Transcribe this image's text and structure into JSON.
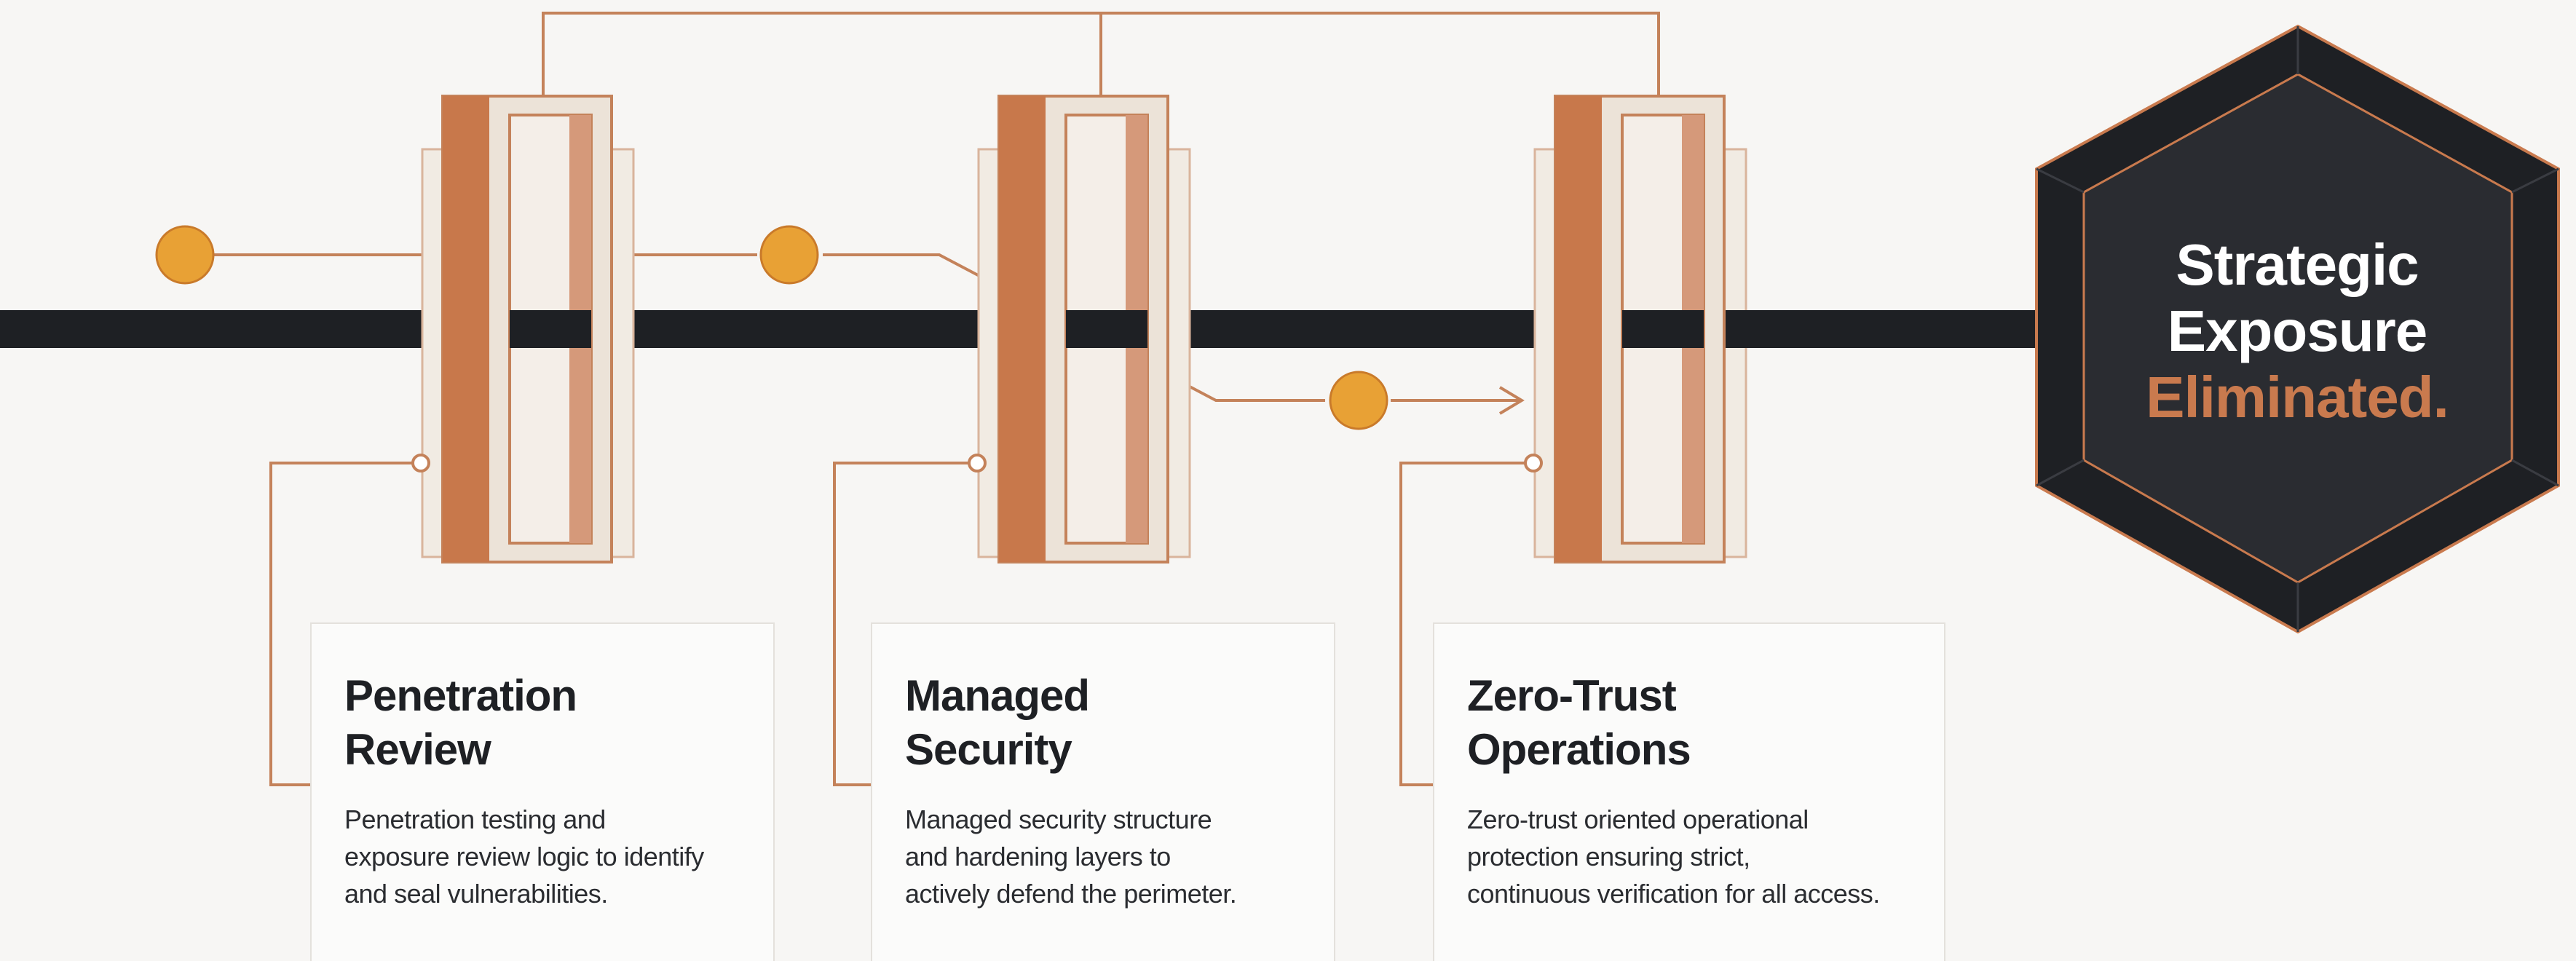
{
  "goal": {
    "line1": "Strategic",
    "line2": "Exposure",
    "line3": "Eliminated."
  },
  "stages": [
    {
      "title_line1": "Penetration",
      "title_line2": "Review",
      "desc_line1": "Penetration testing and",
      "desc_line2": "exposure review logic to identify",
      "desc_line3": "and seal vulnerabilities."
    },
    {
      "title_line1": "Managed",
      "title_line2": "Security",
      "desc_line1": "Managed security structure",
      "desc_line2": "and hardening layers to",
      "desc_line3": "actively defend the perimeter."
    },
    {
      "title_line1": "Zero-Trust",
      "title_line2": "Operations",
      "desc_line1": "Zero-trust oriented operational",
      "desc_line2": "protection ensuring strict,",
      "desc_line3": "continuous verification for all access."
    }
  ],
  "colors": {
    "accent": "#c97a4e",
    "node": "#e8a135",
    "dark": "#1e2024",
    "line": "#c4825a"
  }
}
